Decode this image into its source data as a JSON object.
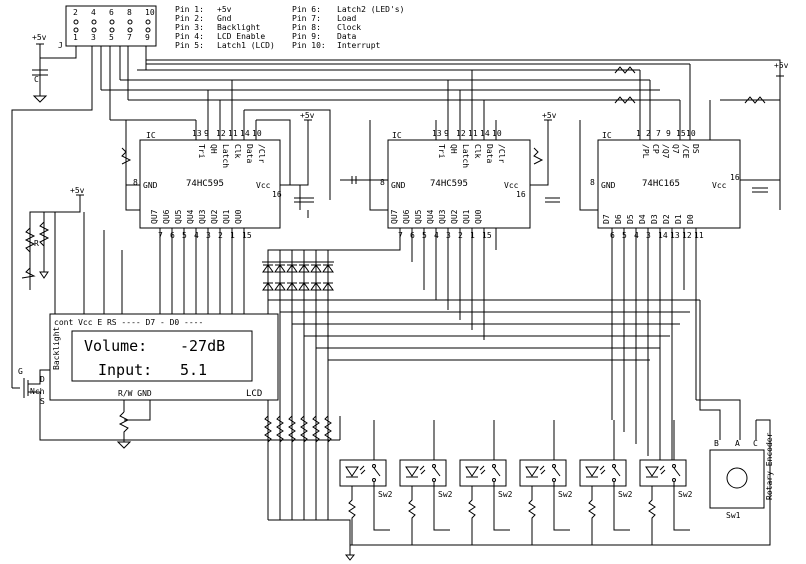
{
  "connector": {
    "top_pins": [
      "2",
      "4",
      "6",
      "8",
      "10"
    ],
    "bottom_pins": [
      "1",
      "3",
      "5",
      "7",
      "9"
    ],
    "ref": "J"
  },
  "legend": [
    [
      "Pin 1:",
      "+5v"
    ],
    [
      "Pin 2:",
      "Gnd"
    ],
    [
      "Pin 3:",
      "Backlight"
    ],
    [
      "Pin 4:",
      "LCD Enable"
    ],
    [
      "Pin 5:",
      "Latch1 (LCD)"
    ],
    [
      "Pin 6:",
      "Latch2 (LED's)"
    ],
    [
      "Pin 7:",
      "Load"
    ],
    [
      "Pin 8:",
      "Clock"
    ],
    [
      "Pin 9:",
      "Data"
    ],
    [
      "Pin 10:",
      "Interrupt"
    ]
  ],
  "supply": "+5v",
  "cap": "C",
  "ic1": {
    "ic": "IC",
    "name": "74HC595",
    "gnd": "GND",
    "vcc": "Vcc",
    "gnd_pin": "8",
    "vcc_pin": "16",
    "top_pins": [
      "13",
      "9",
      "12",
      "11",
      "14",
      "10"
    ],
    "top_labels": [
      "Tri",
      "QH",
      "Latch",
      "Clk",
      "Data",
      "/Clr"
    ],
    "bottom_labels": [
      "QU7",
      "QU6",
      "QU5",
      "QU4",
      "QU3",
      "QU2",
      "QU1",
      "QU0"
    ],
    "bottom_pins": [
      "7",
      "6",
      "5",
      "4",
      "3",
      "2",
      "1",
      "15"
    ]
  },
  "ic2": {
    "ic": "IC",
    "name": "74HC595",
    "gnd": "GND",
    "vcc": "Vcc",
    "gnd_pin": "8",
    "vcc_pin": "16",
    "top_pins": [
      "13",
      "9",
      "12",
      "11",
      "14",
      "10"
    ],
    "top_labels": [
      "Tri",
      "QH",
      "Latch",
      "Clk",
      "Data",
      "/Clr"
    ],
    "bottom_labels": [
      "QU7",
      "QU6",
      "QU5",
      "QU4",
      "QU3",
      "QU2",
      "QU1",
      "QU0"
    ],
    "bottom_pins": [
      "7",
      "6",
      "5",
      "4",
      "3",
      "2",
      "1",
      "15"
    ]
  },
  "ic3": {
    "ic": "IC",
    "name": "74HC165",
    "gnd": "GND",
    "vcc": "Vcc",
    "gnd_pin": "8",
    "vcc_pin": "16",
    "top_pins": [
      "1",
      "2",
      "7",
      "9",
      "15",
      "10"
    ],
    "top_labels": [
      "/PL",
      "CP",
      "/Q7",
      "Q7",
      "/CE",
      "DS"
    ],
    "bottom_labels": [
      "D7",
      "D6",
      "D5",
      "D4",
      "D3",
      "D2",
      "D1",
      "D0"
    ],
    "bottom_pins": [
      "6",
      "5",
      "4",
      "3",
      "14",
      "13",
      "12",
      "11"
    ]
  },
  "lcd": {
    "header": "cont Vcc  E  RS        ----   D7 - D0 ----",
    "line1_label": "Volume:",
    "line1_value": "-27dB",
    "line2_label": "Input:",
    "line2_value": "5.1",
    "side": "Backlight",
    "bottom": "R/W  GND",
    "name": "LCD"
  },
  "pot": "R",
  "fet": "Nch",
  "fet_pins": [
    "G",
    "D",
    "S"
  ],
  "switch_label": "Sw2",
  "switch_count": 6,
  "encoder": {
    "pins": [
      "B",
      "A",
      "C"
    ],
    "name": "Rotary Encoder",
    "ref": "Sw1"
  }
}
